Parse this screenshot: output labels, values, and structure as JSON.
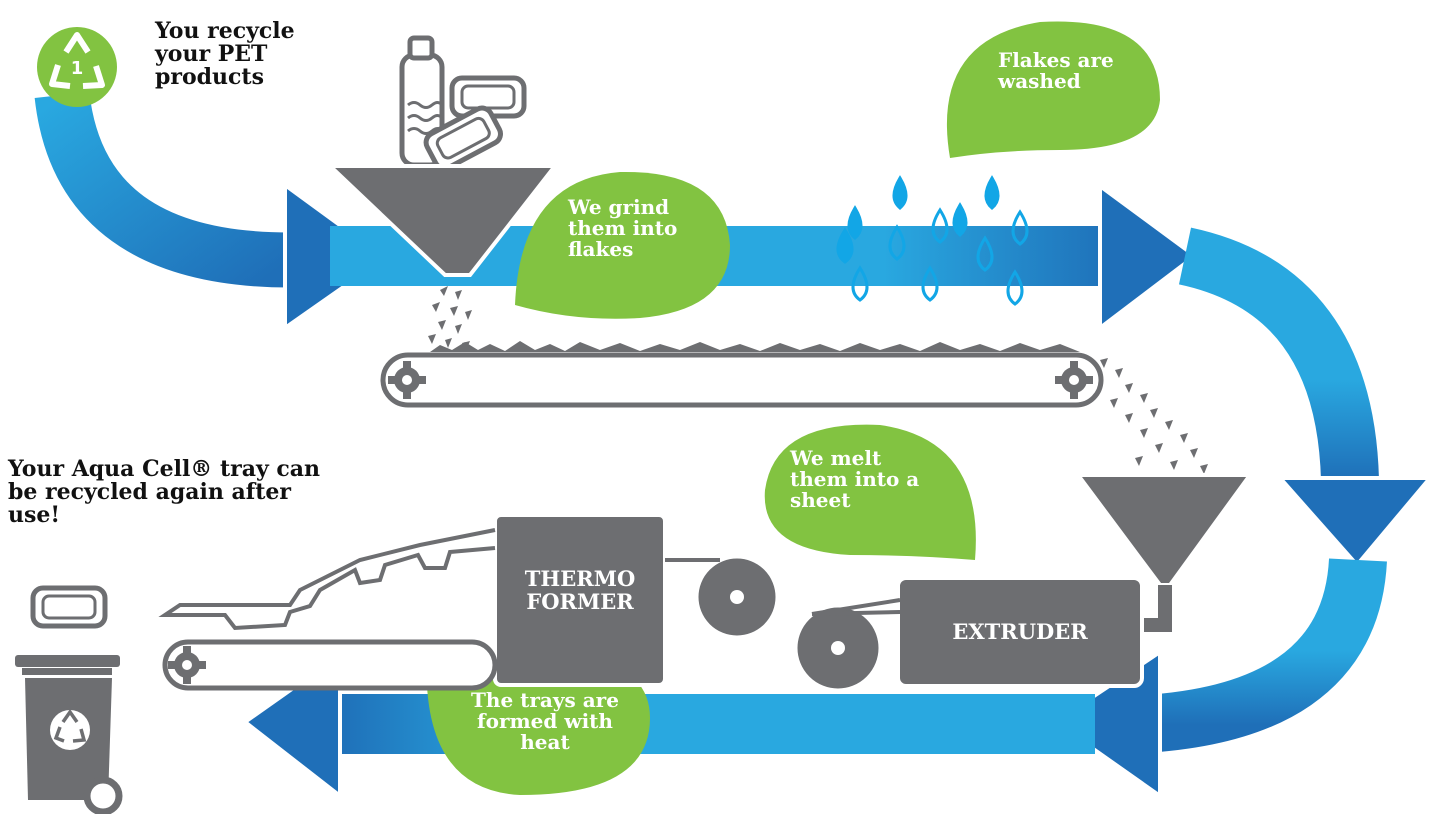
{
  "steps": {
    "recycle": "You recycle your PET products",
    "grind": "We grind them into flakes",
    "wash": "Flakes are washed",
    "melt": "We melt them into a sheet",
    "form": "The trays are formed with heat",
    "again": "Your Aqua Cell® tray can be recycled again after use!"
  },
  "machines": {
    "thermoformer": "THERMO FORMER",
    "extruder": "EXTRUDER"
  },
  "recycle_code": "1",
  "colors": {
    "green": "#82c341",
    "blue_light": "#29a8e0",
    "blue_dark": "#1f6fb8",
    "gray": "#6d6e71",
    "water": "#12a6e6"
  }
}
